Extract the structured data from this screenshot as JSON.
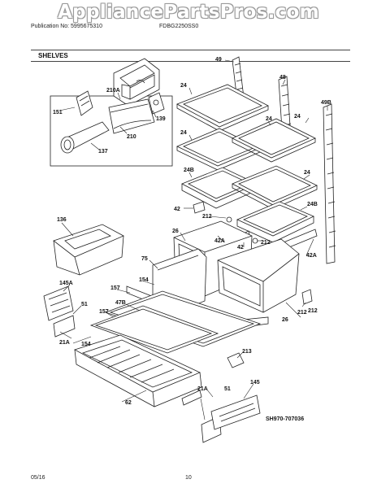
{
  "header": {
    "watermark": "AppliancePartsPros.com",
    "publication": "Publication No: 5995675310",
    "model": "FDBG2250SS0"
  },
  "section_title": "SHELVES",
  "diagram_code": "SH970-707036",
  "footer": {
    "date": "05/16",
    "page": "10"
  },
  "callouts": [
    "49",
    "48",
    "49B",
    "24",
    "24",
    "24",
    "24",
    "24B",
    "24",
    "24B",
    "42",
    "212",
    "42",
    "212",
    "42A",
    "42A",
    "212",
    "26",
    "75",
    "154",
    "157",
    "47B",
    "157",
    "26",
    "212",
    "151",
    "210A",
    "139",
    "210",
    "137",
    "136",
    "145A",
    "51",
    "21A",
    "154",
    "213",
    "21A",
    "51",
    "145",
    "62"
  ]
}
